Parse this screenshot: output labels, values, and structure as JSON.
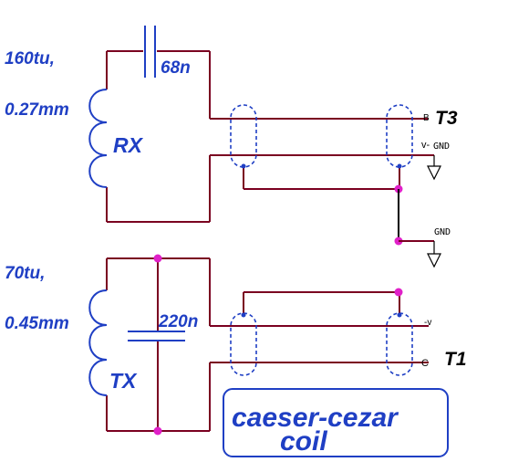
{
  "rx": {
    "turns": "160tu,",
    "wire": "0.27mm",
    "name": "RX",
    "capacitor": "68n"
  },
  "tx": {
    "turns": "70tu,",
    "wire": "0.45mm",
    "name": "TX",
    "capacitor": "220n"
  },
  "connector_top": {
    "name": "T3",
    "pin_b": "B",
    "pin_v": "v-",
    "gnd_label": "GND",
    "gnd2_label": "GND"
  },
  "connector_bottom": {
    "name": "T1",
    "pin_v": "-v",
    "pin_c": "C"
  },
  "title_box": {
    "line1": "caeser-cezar",
    "line2": "coil"
  },
  "colors": {
    "wire": "#7a0020",
    "label": "#1f3fc4",
    "node": "#e020c8"
  }
}
